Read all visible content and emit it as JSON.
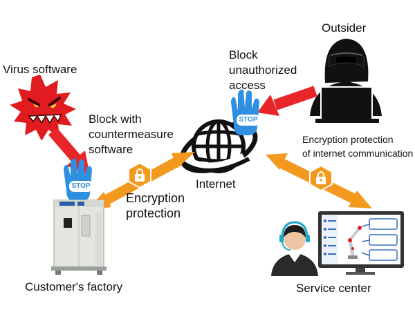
{
  "labels": {
    "virus": "Virus software",
    "block_with": "Block with",
    "countermeasure": "countermeasure",
    "software": "software",
    "block": "Block",
    "unauthorized": "unauthorized",
    "access": "access",
    "outsider": "Outsider",
    "encryption_protection_line1": "Encryption protection",
    "encryption_protection_line2": "of internet communication",
    "internet": "Internet",
    "encryption": "Encryption",
    "protection": "protection",
    "customers_factory": "Customer's factory",
    "service_center": "Service center",
    "stop_badge_1": "STOP",
    "stop_badge_2": "STOP"
  },
  "colors": {
    "threat_arrow": "#e8262a",
    "secure_arrow": "#f39a1e",
    "stop_hand": "#2f8fe0",
    "virus": "#e01c20",
    "lock_hex": "#f39a1e"
  },
  "icons": [
    "virus-icon",
    "hacker-icon",
    "laptop-icon",
    "globe-icon",
    "stop-hand-icon",
    "lock-icon",
    "factory-cabinet-icon",
    "operator-icon",
    "monitor-icon",
    "robot-arm-icon"
  ]
}
